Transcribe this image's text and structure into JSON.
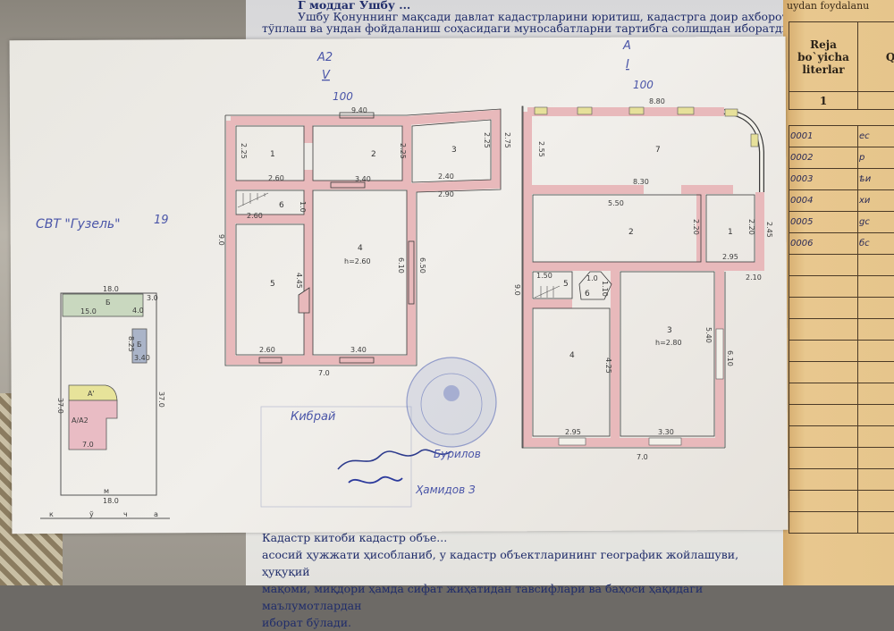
{
  "document": {
    "top_fragment": "Г моддаг Ушбу ...",
    "top_lines": [
      "Ушбу Қонуннинг мақсади давлат кадастрларини юритиш, кадастрга доир ахборотни",
      "тўплаш ва ундан фойдаланиш соҳасидаги муносабатларни тартибга солишдан иборатдир."
    ],
    "bottom_lines": [
      "Кадастр китоби кадастр объе...",
      "асосий ҳужжати ҳисобланиб, у кадастр объектларининг географик жойлашуви, ҳуқуқий",
      "мақоми, миқдори ҳамда сифат жиҳатидан тавсифлари ва баҳоси ҳақидаги маълумотлардан",
      "иборат бўлади."
    ]
  },
  "ledger": {
    "header_fragment": "uydan foydalanu",
    "columns": [
      "Reja bo`yicha literlar",
      "Qu"
    ],
    "column_numbers": [
      "1",
      ""
    ],
    "rows": [
      {
        "code": "0001",
        "name": "ес"
      },
      {
        "code": "0002",
        "name": "р"
      },
      {
        "code": "0003",
        "name": "ѣи"
      },
      {
        "code": "0004",
        "name": "хи"
      },
      {
        "code": "0005",
        "name": "gс"
      },
      {
        "code": "0006",
        "name": "бс"
      }
    ]
  },
  "site_plan": {
    "address": "СВТ \"Гузель\"",
    "number": "19",
    "top_width": "18.0",
    "bottom_width": "18.0",
    "left_length": "37.0",
    "right_length": "37.0",
    "shed_label": "Б",
    "shed_length": "15.0",
    "shed_depth": "4.0",
    "shed_offset": "3.0",
    "outbuilding_label": "Б",
    "outbuilding_length": "8.25",
    "outbuilding_width": "3.40",
    "house_upper_label": "А'",
    "house_lower_label": "А/А2",
    "house_width": "7.0",
    "gate_label": "м",
    "street_letters": [
      "к",
      "ў",
      "ч",
      "а"
    ],
    "colors": {
      "shed": "#c9d8bf",
      "outbuilding": "#aab4c8",
      "house_upper": "#e7e39a",
      "house_lower": "#e9bcc4"
    }
  },
  "plan_upper": {
    "letter": "А2",
    "floor": "V",
    "scale": "100",
    "dims": {
      "top": "9.40",
      "r1_bottom": "2.60",
      "r2_bottom": "3.40",
      "r3_bottom": "2.40",
      "r3_outer": "2.90",
      "r1_height": "2.25",
      "r2_height": "2.25",
      "r3_height": "2.25",
      "r3_outer_height": "2.75",
      "r6_width": "2.60",
      "r6_depth": "1.0",
      "r5_bottom": "2.60",
      "r4_bottom": "3.40",
      "r5_height": "4.45",
      "r4_height": "6.10",
      "r4_outer": "6.50",
      "left": "9.0",
      "overall": "7.0"
    },
    "rooms": [
      "1",
      "2",
      "3",
      "4",
      "5",
      "6"
    ],
    "room4_height": "h=2.60"
  },
  "plan_lower": {
    "letter": "А",
    "floor": "I",
    "scale": "100",
    "dims": {
      "top": "8.80",
      "r7_height": "2.55",
      "r7_inner": "8.30",
      "r2_width": "5.50",
      "r2_height": "2.20",
      "r1_height": "2.20",
      "r1_outer": "2.45",
      "r1_width": "2.95",
      "r1_offset": "2.10",
      "r5_width": "1.50",
      "r6_width": "1.0",
      "r6_depth": "1.10",
      "r4_bottom": "2.95",
      "r4_height": "4.25",
      "r3_bottom": "3.30",
      "r3_height": "5.40",
      "r3_outer": "6.10",
      "left": "9.0",
      "overall": "7.0"
    },
    "rooms": [
      "7",
      "2",
      "1",
      "3",
      "4",
      "5",
      "6"
    ],
    "room3_height": "h=2.80"
  },
  "stamp": {
    "handwritten": "Кибрай",
    "signature_name": "Ҳамидов З",
    "signature_2": "Бурилов"
  }
}
